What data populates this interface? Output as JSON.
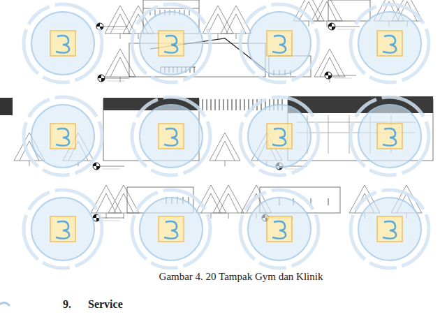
{
  "diagram": {
    "caption": "Gambar 4. 20 Tampak Gym dan Klinik",
    "labels": [
      "9.",
      "Service"
    ]
  }
}
